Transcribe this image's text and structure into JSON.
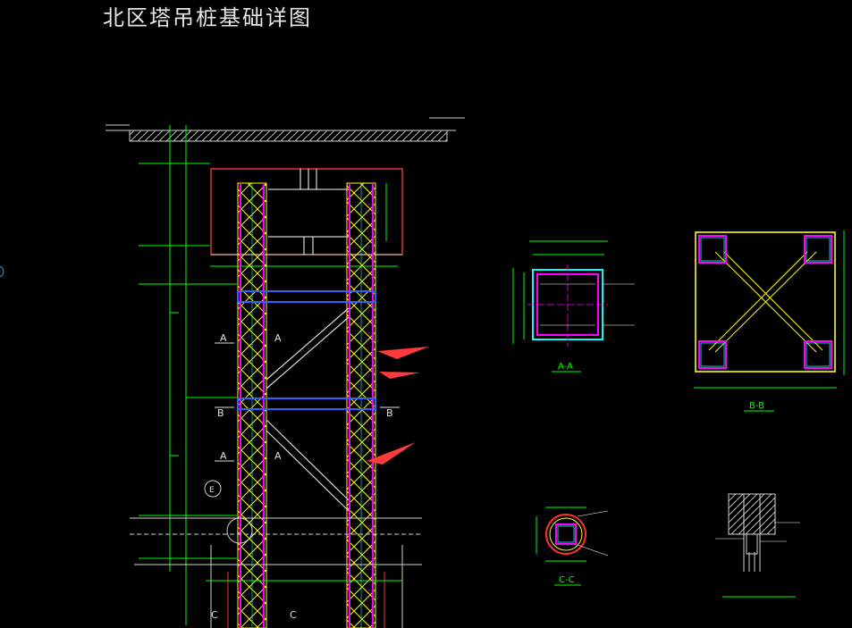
{
  "title": "北区塔吊桩基础详图",
  "section_marks": {
    "a": "A",
    "b": "B",
    "c": "C",
    "e": "E"
  },
  "section_titles": {
    "aa": "A-A",
    "bb": "B-B",
    "cc": "C-C"
  },
  "colors": {
    "background": "#000000",
    "dimension": "#00ff00",
    "column": "#ffff00",
    "hatch": "#ff00ff",
    "ties": "#0000ff",
    "brace": "#d8d8d8",
    "cap": "#ff3030",
    "cyan": "#00ffff",
    "arrow": "#ff3b3b"
  }
}
